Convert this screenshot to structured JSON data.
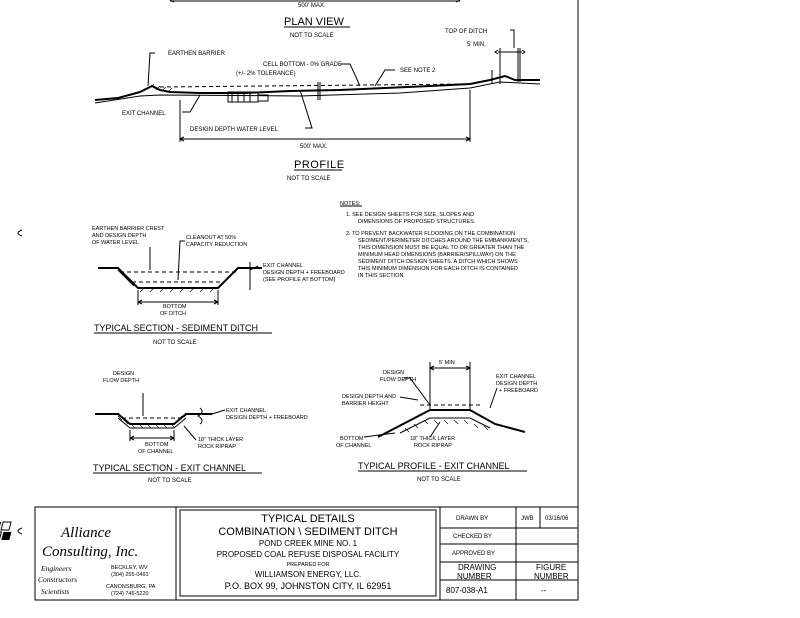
{
  "plan_view": {
    "top_dim": "500' MAX.",
    "title": "PLAN VIEW",
    "scale": "NOT TO SCALE"
  },
  "profile": {
    "top_of_ditch": "TOP OF DITCH",
    "five_min": "5' MIN.",
    "earthen_barrier": "EARTHEN BARRIER",
    "cell_bottom_1": "CELL BOTTOM - 0% GRADE",
    "cell_bottom_2": "(+/- 2% TOLERANCE)",
    "see_note": "SEE NOTE 2",
    "exit_channel": "EXIT CHANNEL",
    "design_depth": "DESIGN DEPTH WATER LEVEL",
    "dim": "500' MAX.",
    "title": "PROFILE",
    "scale": "NOT TO SCALE"
  },
  "notes": {
    "heading": "NOTES:",
    "n1": [
      "1.  SEE DESIGN SHEETS FOR SIZE, SLOPES AND",
      "DIMENSIONS OF PROPOSED STRUCTURES."
    ],
    "n2": [
      "2.  TO PREVENT BACKWATER FLOODING ON THE COMBINATION",
      "SEDIMENT/PERIMETER DITCHES AROUND THE EMBANKMENTS,",
      "THIS DIMENSION MUST BE EQUAL TO OR GREATER THAN THE",
      "MINIMUM HEAD DIMENSIONS (BARRIER/SPILLWAY) ON THE",
      "SEDIMENT DITCH DESIGN SHEETS.  A DITCH WHICH SHOWS",
      "THIS MINIMUM DIMENSION FOR EACH DITCH IS CONTAINED",
      "IN THIS SECTION."
    ]
  },
  "section_sediment": {
    "barrier_crest_1": "EARTHEN BARRIER CREST",
    "barrier_crest_2": "AND DESIGN DEPTH",
    "barrier_crest_3": "OF WATER LEVEL",
    "cleanout_1": "CLEANOUT AT 50%",
    "cleanout_2": "CAPACITY REDUCTION",
    "exit_1": "EXIT CHANNEL",
    "exit_2": "DESIGN DEPTH + FREEBOARD",
    "exit_3": "(SEE PROFILE AT BOTTOM)",
    "bottom_1": "BOTTOM",
    "bottom_2": "OF DITCH",
    "title": "TYPICAL SECTION - SEDIMENT DITCH",
    "scale": "NOT TO SCALE"
  },
  "section_exit": {
    "flow_1": "DESIGN",
    "flow_2": "FLOW DEPTH",
    "exit_1": "EXIT CHANNEL",
    "exit_2": "DESIGN DEPTH + FREEBOARD",
    "bottom_1": "BOTTOM",
    "bottom_2": "OF CHANNEL",
    "rock_1": "18\" THICK LAYER",
    "rock_2": "ROCK RIPRAP",
    "title": "TYPICAL SECTION - EXIT CHANNEL",
    "scale": "NOT TO SCALE"
  },
  "profile_exit": {
    "five_min": "5' MIN",
    "flow_1": "DESIGN",
    "flow_2": "FLOW DEPTH",
    "exit_1": "EXIT CHANNEL",
    "exit_2": "DESIGN DEPTH",
    "exit_3": "+ FREEBOARD",
    "barrier_1": "DESIGN DEPTH AND",
    "barrier_2": "BARRIER HEIGHT",
    "bottom_1": "BOTTOM",
    "bottom_2": "OF CHANNEL",
    "rock_1": "18\" THICK LAYER",
    "rock_2": "ROCK RIPRAP",
    "title": "TYPICAL PROFILE - EXIT CHANNEL",
    "scale": "NOT TO SCALE"
  },
  "title_block": {
    "logo_line1": "Alliance",
    "logo_line2": "Consulting, Inc.",
    "tag1": "Engineers",
    "tag2": "Constructors",
    "tag3": "Scientists",
    "office1_city": "BECKLEY, WV",
    "office1_phone": "(304) 255-0491",
    "office2_city": "CANONSBURG, PA",
    "office2_phone": "(724) 746-5220",
    "title1": "TYPICAL DETAILS",
    "title2": "COMBINATION \\ SEDIMENT DITCH",
    "title3": "POND CREEK MINE NO. 1",
    "title4": "PROPOSED COAL REFUSE DISPOSAL FACILITY",
    "prepared": "PREPARED FOR",
    "client": "WILLIAMSON ENERGY, LLC.",
    "address": "P.O. BOX 99, JOHNSTON CITY, IL 62951",
    "drawn_by_label": "DRAWN BY",
    "drawn_by": "JWB",
    "date": "03/16/06",
    "checked_by_label": "CHECKED BY",
    "approved_by_label": "APPROVED BY",
    "drawing_label_1": "DRAWING",
    "drawing_label_2": "NUMBER",
    "figure_label_1": "FIGURE",
    "figure_label_2": "NUMBER",
    "drawing_number": "807-038-A1",
    "figure_number": "--"
  }
}
